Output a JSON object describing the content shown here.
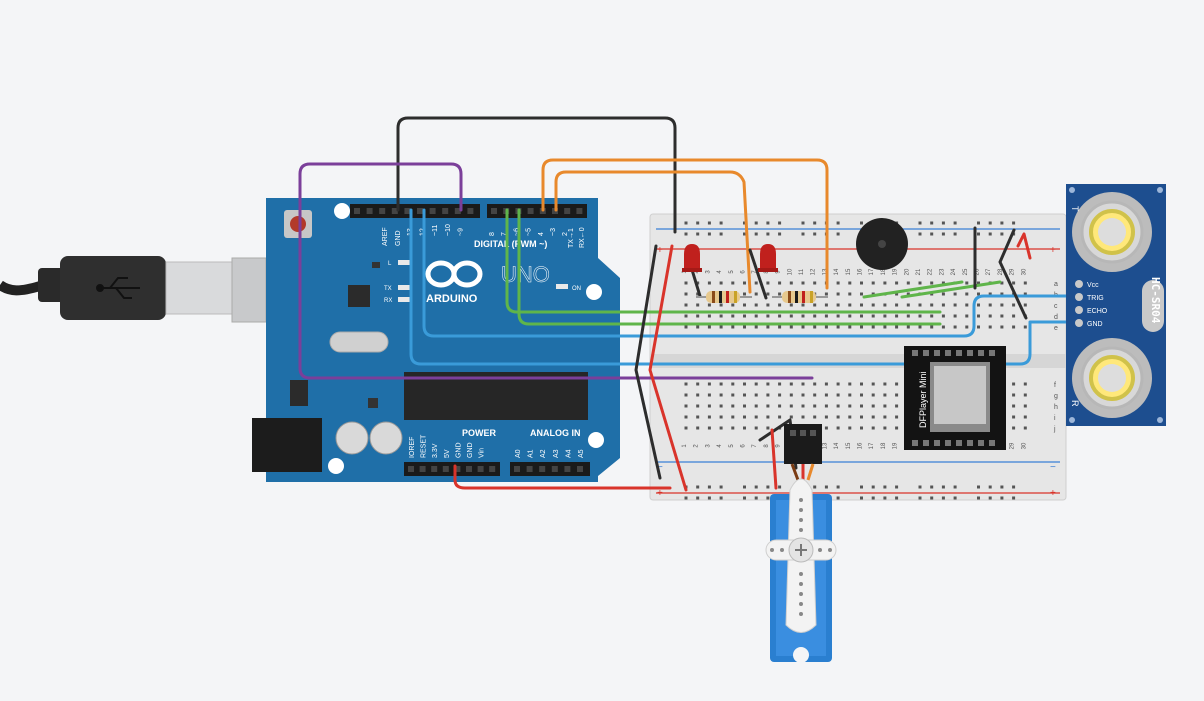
{
  "arduino": {
    "brand": "ARDUINO",
    "model": "UNO",
    "digital_label": "DIGITAL (PWM ~)",
    "power_label": "POWER",
    "analog_label": "ANALOG IN",
    "on_label": "ON",
    "l_label": "L",
    "tx_label": "TX",
    "rx_label": "RX",
    "aref_label": "AREF",
    "gnd_label": "GND",
    "txrx_label1": "TX→1",
    "txrx_label2": "RX←0",
    "digital_pins": [
      "13",
      "12",
      "~11",
      "~10",
      "~9",
      "8",
      "7",
      "~6",
      "~5",
      "4",
      "~3",
      "2"
    ],
    "power_pins": [
      "IOREF",
      "RESET",
      "3.3V",
      "5V",
      "GND",
      "GND",
      "Vin"
    ],
    "analog_pins": [
      "A0",
      "A1",
      "A2",
      "A3",
      "A4",
      "A5"
    ]
  },
  "breadboard": {
    "columns_top": [
      "1",
      "2",
      "3",
      "4",
      "5",
      "6",
      "7",
      "8",
      "9",
      "10",
      "11",
      "12",
      "13",
      "14",
      "15",
      "16",
      "17",
      "18",
      "19",
      "20",
      "21",
      "22",
      "23",
      "24",
      "25",
      "26",
      "27",
      "28",
      "29",
      "30"
    ],
    "columns_bottom": [
      "1",
      "2",
      "3",
      "4",
      "5",
      "6",
      "7",
      "8",
      "9",
      "10",
      "11",
      "12",
      "13",
      "14",
      "15",
      "16",
      "17",
      "18",
      "19",
      "20",
      "21",
      "22",
      "23",
      "24",
      "25",
      "26",
      "27",
      "28",
      "29",
      "30"
    ],
    "rows_top": [
      "a",
      "b",
      "c",
      "d",
      "e"
    ],
    "rows_bottom": [
      "f",
      "g",
      "h",
      "i",
      "j"
    ],
    "plus_label": "+",
    "minus_label": "−"
  },
  "sensor": {
    "model": "HC-SR04",
    "pins": [
      "Vcc",
      "TRIG",
      "ECHO",
      "GND"
    ],
    "t_label": "T",
    "r_label": "R"
  },
  "dfplayer": {
    "label": "DFPlayer Mini"
  },
  "colors": {
    "wire_black": "#2d2d2d",
    "wire_purple": "#7b3f9a",
    "wire_orange": "#e8892c",
    "wire_green": "#5fb54a",
    "wire_blue": "#3a9bd9",
    "wire_red": "#d9342b",
    "arduino_blue": "#1f6fa8",
    "sensor_blue": "#1d4e8f",
    "servo_blue": "#2a7fd0"
  }
}
